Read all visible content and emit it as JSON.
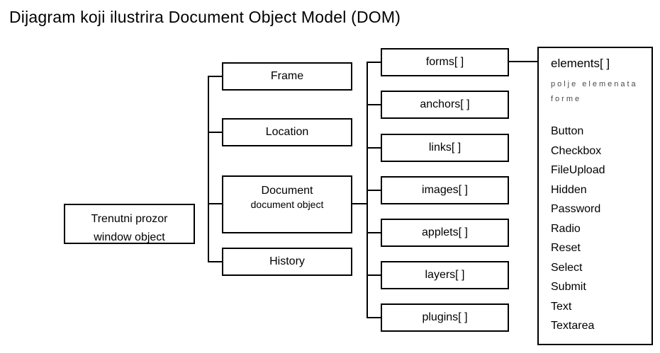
{
  "title": "Dijagram koji ilustrira Document Object Model (DOM)",
  "diagram": {
    "root": {
      "line1": "Trenutni prozor",
      "line2": "window object"
    },
    "window_children": [
      {
        "label": "Frame"
      },
      {
        "label": "Location"
      },
      {
        "label": "Document",
        "sublabel": "document object"
      },
      {
        "label": "History"
      }
    ],
    "document_children": [
      {
        "label": "forms[ ]"
      },
      {
        "label": "anchors[ ]"
      },
      {
        "label": "links[ ]"
      },
      {
        "label": "images[ ]"
      },
      {
        "label": "applets[ ]"
      },
      {
        "label": "layers[ ]"
      },
      {
        "label": "plugins[ ]"
      }
    ],
    "elements_panel": {
      "heading": "elements[ ]",
      "subheading_line1": "polje elemenata",
      "subheading_line2": "forme",
      "items": [
        "Button",
        "Checkbox",
        "FileUpload",
        "Hidden",
        "Password",
        "Radio",
        "Reset",
        "Select",
        "Submit",
        "Text",
        "Textarea"
      ]
    },
    "colors": {
      "line": "#000000",
      "background": "#ffffff",
      "muted_text": "#4a4a4a"
    }
  }
}
